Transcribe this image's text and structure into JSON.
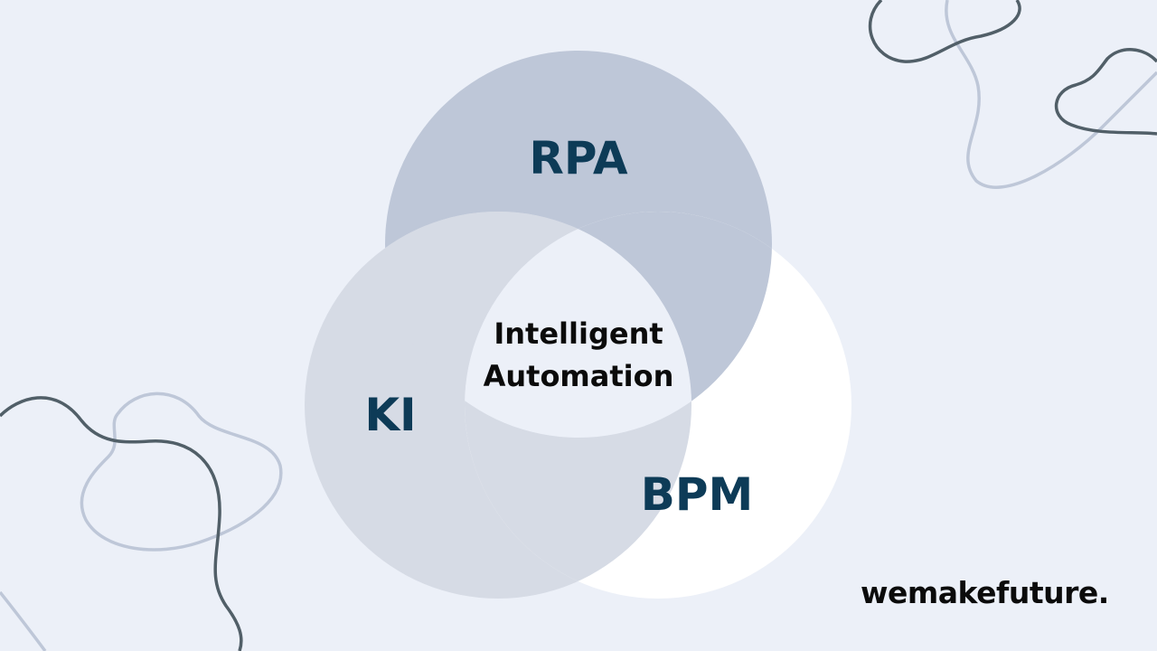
{
  "diagram": {
    "circles": [
      {
        "id": "rpa",
        "label": "RPA",
        "fill": "#BEC7D8"
      },
      {
        "id": "ki",
        "label": "KI",
        "fill": "#D6DBE5"
      },
      {
        "id": "bpm",
        "label": "BPM",
        "fill": "#FFFFFF"
      }
    ],
    "center_label_lines": [
      "Intelligent",
      "Automation"
    ],
    "center_fill": "#ECF0F8",
    "label_color": "#0D3B57",
    "center_label_color": "#0B0B0B"
  },
  "brand": {
    "name": "wemakefuture.",
    "color": "#0B0B0B"
  },
  "background": "#ECF0F8",
  "decor_colors": {
    "dark": "#515F68",
    "light": "#BEC7D8"
  }
}
